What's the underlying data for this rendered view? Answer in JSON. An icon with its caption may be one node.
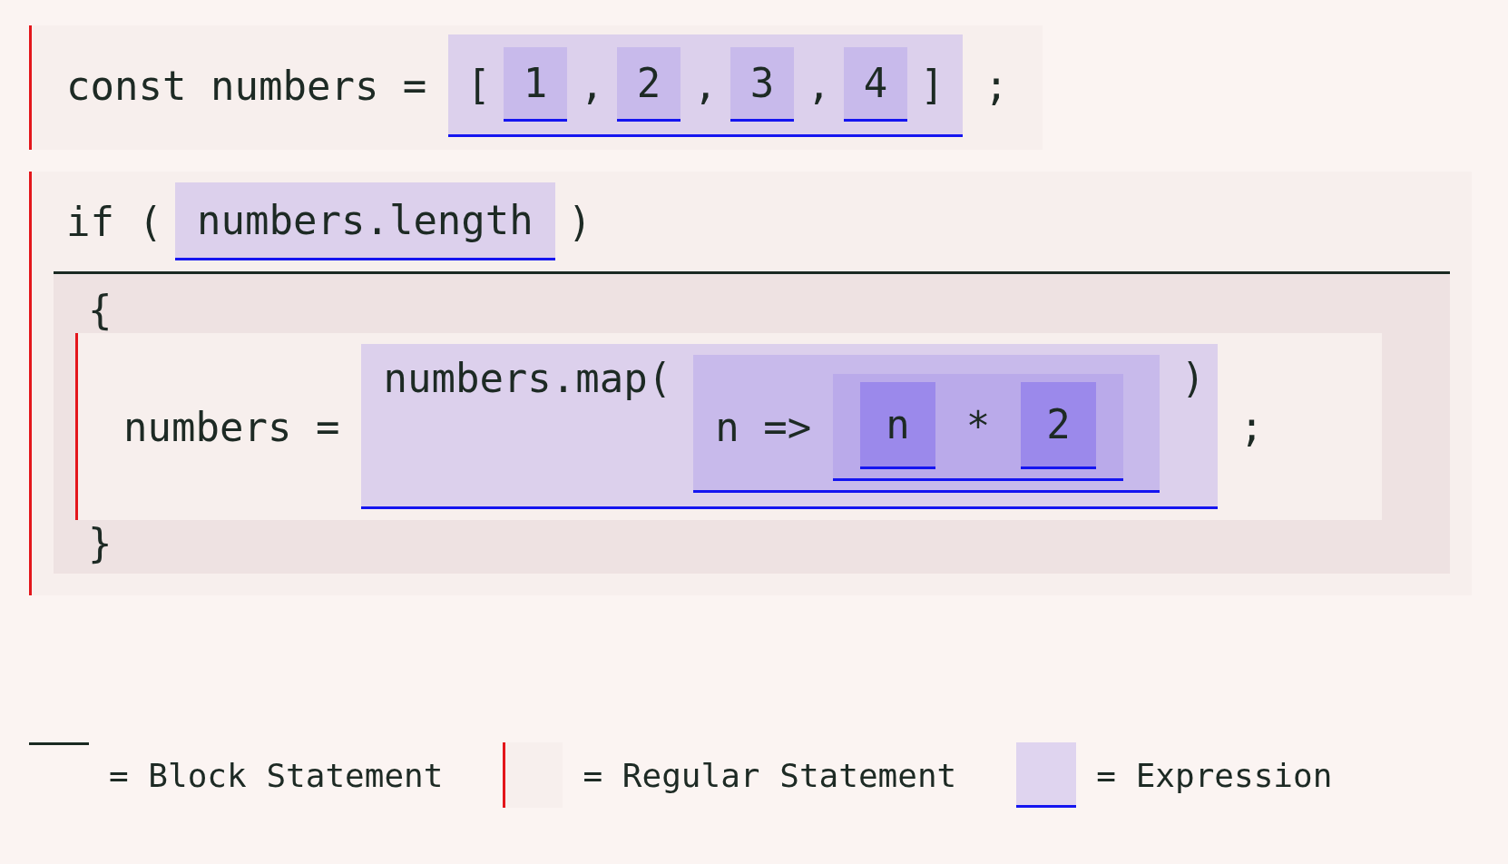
{
  "diagram": {
    "nodes": [
      {
        "text": [
          "const numbers =",
          ";"
        ]
      },
      {
        "text": [
          "[",
          ",",
          ",",
          ",",
          "]"
        ],
        "in": 0
      },
      {
        "text": [
          "1"
        ],
        "in": 1
      },
      {
        "text": [
          "2"
        ],
        "in": 1
      },
      {
        "text": [
          "3"
        ],
        "in": 1
      },
      {
        "text": [
          "4"
        ],
        "in": 1
      },
      {
        "text": [
          "if (",
          ")"
        ]
      },
      {
        "text": [
          "numbers.length"
        ],
        "in": 6
      },
      {
        "text": [
          "{",
          "}"
        ],
        "in": 6
      },
      {
        "text": [
          "numbers =",
          ";"
        ],
        "in": 8
      },
      {
        "text": [
          "numbers.map(",
          ")"
        ],
        "in": 9
      },
      {
        "text": [
          "n =>"
        ],
        "in": 10
      },
      {
        "text": [
          "*"
        ],
        "in": 11
      },
      {
        "text": [
          "n"
        ],
        "in": 12
      },
      {
        "text": [
          "2"
        ],
        "in": 12
      }
    ],
    "legend": [
      {
        "text": "= Block Statement"
      },
      {
        "text": "= Regular Statement"
      },
      {
        "text": "= Expression"
      }
    ]
  }
}
